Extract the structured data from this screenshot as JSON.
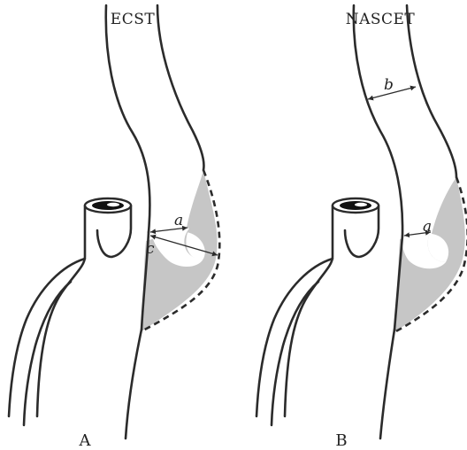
{
  "panels": [
    {
      "title": "ECST",
      "letter": "A",
      "measure_labels": [
        "a",
        "c"
      ]
    },
    {
      "title": "NASCET",
      "letter": "B",
      "measure_labels": [
        "b",
        "a"
      ]
    }
  ]
}
